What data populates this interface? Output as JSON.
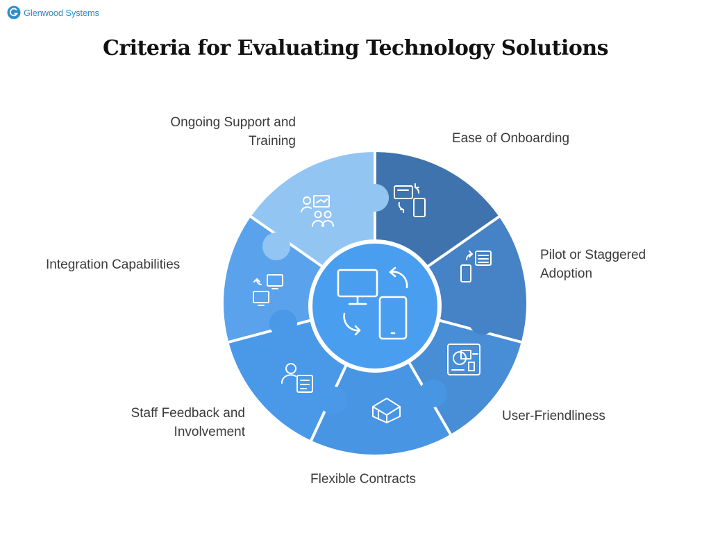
{
  "brand": {
    "logo_icon": "glenwood-g-logo-icon",
    "name": "Glenwood Systems",
    "color": "#2a8fc9"
  },
  "title": "Criteria for Evaluating Technology Solutions",
  "diagram": {
    "type": "puzzle-circle",
    "center": {
      "icon": "computer-to-mobile-sync-icon",
      "color": "#4a9ef0"
    },
    "segments": [
      {
        "label": "Ease of Onboarding",
        "icon": "card-to-phone-transfer-icon",
        "color": "#3f73ad"
      },
      {
        "label": "Pilot or Staggered Adoption",
        "label_lines": [
          "Pilot or Staggered",
          "Adoption"
        ],
        "icon": "phone-calculator-icon",
        "color": "#4582c6"
      },
      {
        "label": "User-Friendliness",
        "icon": "user-interface-icon",
        "color": "#478ed6"
      },
      {
        "label": "Flexible Contracts",
        "icon": "open-box-icon",
        "color": "#4895e4"
      },
      {
        "label": "Staff Feedback and Involvement",
        "label_lines": [
          "Staff Feedback and",
          "Involvement"
        ],
        "icon": "person-feedback-icon",
        "color": "#4a99e8"
      },
      {
        "label": "Integration Capabilities",
        "icon": "connected-monitors-icon",
        "color": "#5aa3ec"
      },
      {
        "label": "Ongoing Support and Training",
        "label_lines": [
          "Ongoing Support and",
          "Training"
        ],
        "icon": "training-presentation-icon",
        "color": "#93c5f3"
      }
    ]
  }
}
